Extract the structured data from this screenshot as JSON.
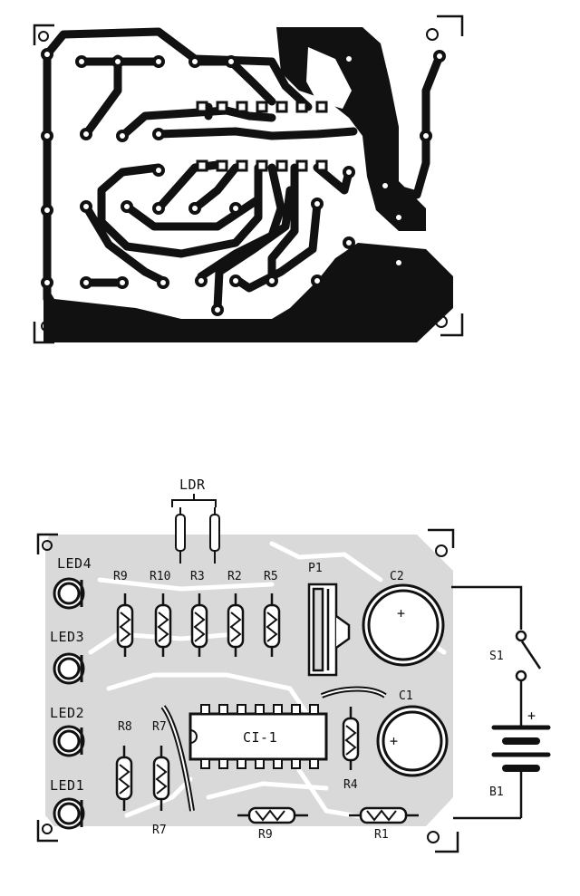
{
  "labels": {
    "ldr": "LDR",
    "led4": "LED4",
    "led3": "LED3",
    "led2": "LED2",
    "led1": "LED1",
    "r9_top": "R9",
    "r10": "R10",
    "r3": "R3",
    "r2": "R2",
    "r5": "R5",
    "p1": "P1",
    "c2": "C2",
    "c1": "C1",
    "r8": "R8",
    "r7_top": "R7",
    "r7_bottom": "R7",
    "r4": "R4",
    "ic": "CI-1",
    "r9_bottom": "R9",
    "r1": "R1",
    "s1": "S1",
    "b1": "B1",
    "plus_c2": "+",
    "plus_c1": "+",
    "plus_battery": "+"
  },
  "colors": {
    "ink": "#111111",
    "copper_shade": "#d9d9d9",
    "paper": "#ffffff"
  }
}
